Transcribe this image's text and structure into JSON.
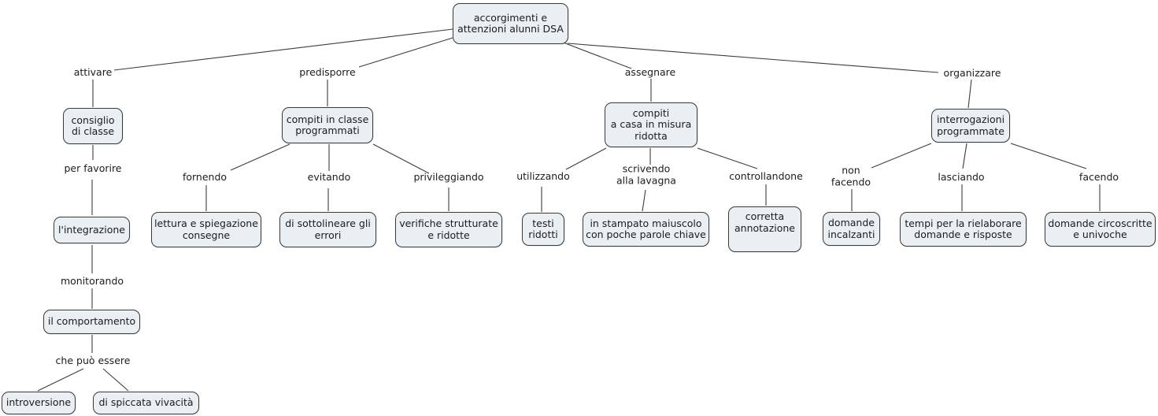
{
  "colors": {
    "box_fill": "#e9eff2",
    "box_border": "#3a3a3a",
    "line": "#3c3c3c",
    "text": "#1c1c1c",
    "background": "#ffffff"
  },
  "nodes": {
    "root": "accorgimenti e\nattenzioni alunni DSA",
    "attivare": "attivare",
    "consiglio": "consiglio\ndi classe",
    "per_favorire": "per favorire",
    "integrazione": "l'integrazione",
    "monitorando": "monitorando",
    "comportamento": "il comportamento",
    "che_puo_essere": "che può essere",
    "introversione": "introversione",
    "spiccata": "di spiccata vivacità",
    "predisporre": "predisporre",
    "compiti_classe": "compiti in classe\nprogrammati",
    "fornendo": "fornendo",
    "evitando": "evitando",
    "privileggiando": "privileggiando",
    "lettura": "lettura e spiegazione\nconsegne",
    "sottolineare": "di sottolineare gli\nerrori",
    "verifiche": "verifiche strutturate\ne ridotte",
    "assegnare": "assegnare",
    "compiti_casa": "compiti\na casa in misura\nridotta",
    "utilizzando": "utilizzando",
    "scrivendo": "scrivendo\nalla lavagna",
    "controllandone": "controllandone",
    "testi": "testi\nridotti",
    "stampato": "in stampato maiuscolo\ncon poche parole chiave",
    "corretta": "corretta\nannotazione",
    "organizzare": "organizzare",
    "interrogazioni": "interrogazioni\nprogrammate",
    "non_facendo": "non\nfacendo",
    "lasciando": "lasciando",
    "facendo": "facendo",
    "domande_incalzanti": "domande\nincalzanti",
    "tempi": "tempi per la rielaborare\ndomande e risposte",
    "domande_circoscritte": "domande circoscritte\ne univoche"
  }
}
